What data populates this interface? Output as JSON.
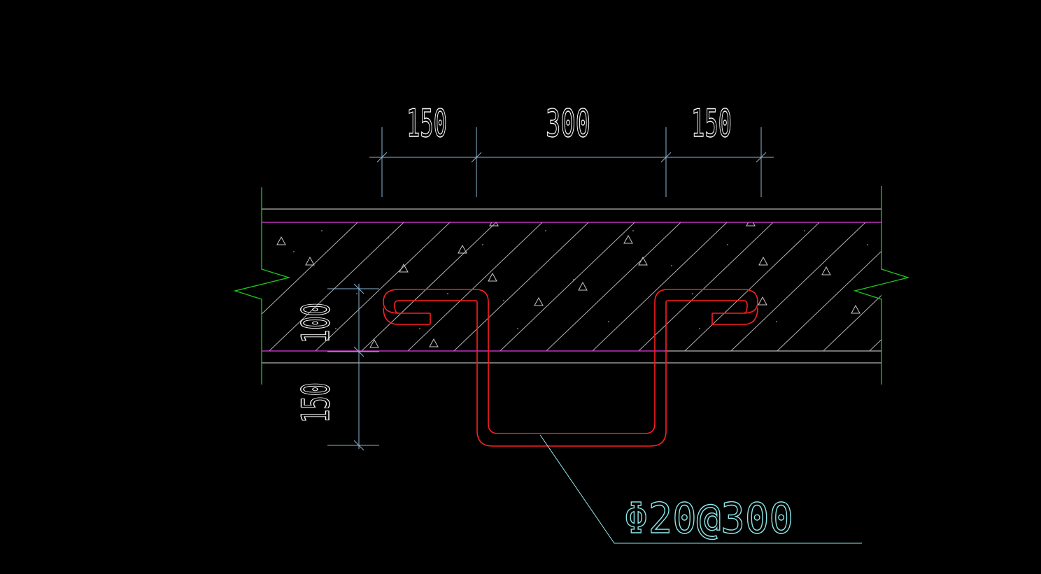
{
  "dimensions": {
    "top_left": "150",
    "top_middle": "300",
    "top_right": "150",
    "side_upper": "100",
    "side_lower": "150"
  },
  "annotation": {
    "rebar_label": "Φ20@300"
  },
  "colors": {
    "background": "#000000",
    "slab_edge": "#b4b4b4",
    "rebar_line": "#ff1e1e",
    "cover_line": "#e13ce1",
    "break_line": "#1ec81e",
    "dimension_line": "#8cb4d2",
    "hatch": "#b4b4b4",
    "text": "#ffffff",
    "leader": "#8fe8e8"
  }
}
